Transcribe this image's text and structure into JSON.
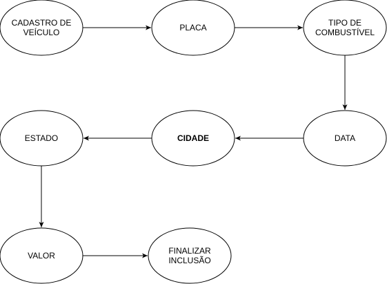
{
  "nodes": [
    {
      "id": "cadastro",
      "lines": [
        "CADASTRO DE",
        "VEÍCULO"
      ],
      "bold": false
    },
    {
      "id": "placa",
      "lines": [
        "PLACA"
      ],
      "bold": false
    },
    {
      "id": "tipo",
      "lines": [
        "TIPO DE",
        "COMBUSTÍVEL"
      ],
      "bold": false
    },
    {
      "id": "data",
      "lines": [
        "DATA"
      ],
      "bold": false
    },
    {
      "id": "cidade",
      "lines": [
        "CIDADE"
      ],
      "bold": true
    },
    {
      "id": "estado",
      "lines": [
        "ESTADO"
      ],
      "bold": false
    },
    {
      "id": "valor",
      "lines": [
        "VALOR"
      ],
      "bold": false
    },
    {
      "id": "finalizar",
      "lines": [
        "FINALIZAR",
        "INCLUSÃO"
      ],
      "bold": false
    }
  ],
  "edges": [
    {
      "from": "cadastro",
      "to": "placa"
    },
    {
      "from": "placa",
      "to": "tipo"
    },
    {
      "from": "tipo",
      "to": "data"
    },
    {
      "from": "data",
      "to": "cidade"
    },
    {
      "from": "cidade",
      "to": "estado"
    },
    {
      "from": "estado",
      "to": "valor"
    },
    {
      "from": "valor",
      "to": "finalizar"
    }
  ],
  "colors": {
    "stroke": "#000000",
    "fill": "#ffffff",
    "text": "#000000"
  }
}
